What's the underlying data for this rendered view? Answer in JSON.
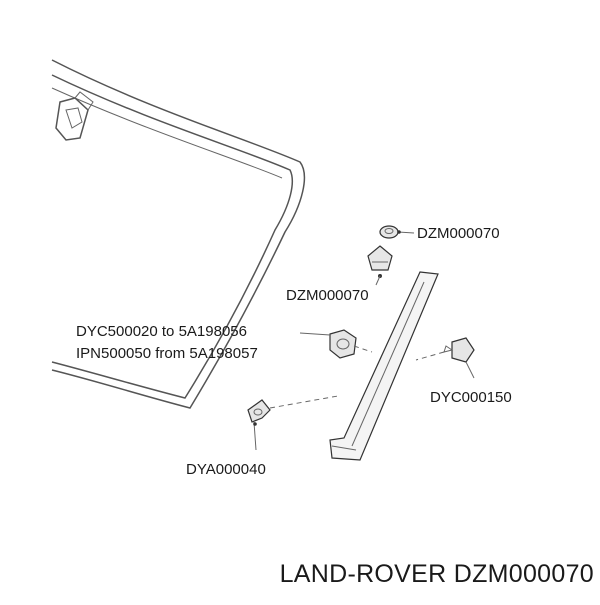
{
  "labels": {
    "dzm_top": "DZM000070",
    "dzm_mid": "DZM000070",
    "dyc500020": "DYC500020 to 5A198056",
    "ipn500050": "IPN500050 from 5A198057",
    "dyc000150": "DYC000150",
    "dya000040": "DYA000040"
  },
  "footer": "LAND-ROVER DZM000070"
}
